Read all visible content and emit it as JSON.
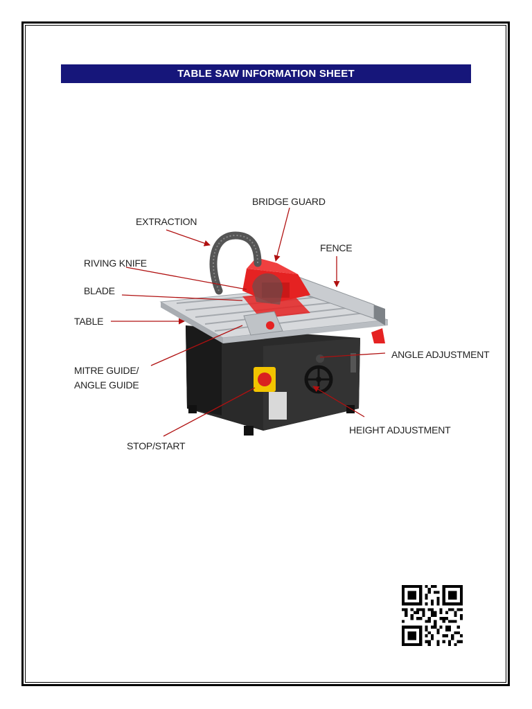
{
  "title": "TABLE SAW INFORMATION SHEET",
  "labels": {
    "bridge_guard": "BRIDGE GUARD",
    "extraction": "EXTRACTION",
    "fence": "FENCE",
    "riving_knife": "RIVING KNIFE",
    "blade": "BLADE",
    "table": "TABLE",
    "mitre_guide_line1": "MITRE GUIDE/",
    "mitre_guide_line2": "ANGLE GUIDE",
    "angle_adjustment": "ANGLE ADJUSTMENT",
    "height_adjustment": "HEIGHT ADJUSTMENT",
    "stop_start": "STOP/START"
  },
  "colors": {
    "title_bar": "#16167a",
    "arrow": "#b01010",
    "saw_red": "#e52222",
    "saw_body": "#2a2a2a",
    "table_surface": "#d7d9dc"
  }
}
